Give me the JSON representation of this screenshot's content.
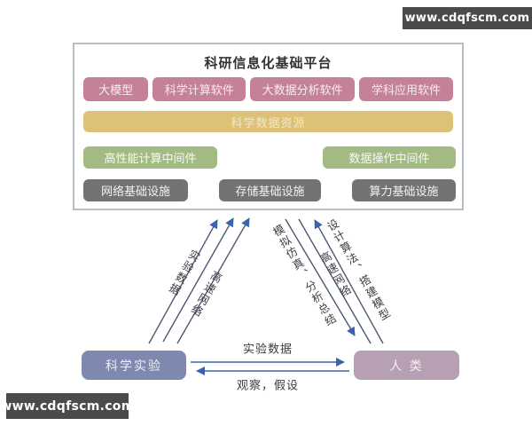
{
  "watermark": {
    "text": "www.cdqfscm.com"
  },
  "platform": {
    "title": "科研信息化基础平台",
    "software": [
      "大模型",
      "科学计算软件",
      "大数据分析软件",
      "学科应用软件"
    ],
    "data_bar": "科学数据资源",
    "middleware": [
      "高性能计算中间件",
      "数据操作中间件"
    ],
    "infrastructure": [
      "网络基础设施",
      "存储基础设施",
      "算力基础设施"
    ]
  },
  "nodes": {
    "experiment": "科学实验",
    "human": "人 类"
  },
  "edges": {
    "left_up_labels": [
      "实验数据",
      "高速网络"
    ],
    "right_labels": [
      "模拟仿真、分析总结",
      "高速网络",
      "设计算法、搭建模型"
    ],
    "horizontal_top": "实验数据",
    "horizontal_bottom": "观察，假设"
  },
  "colors": {
    "software_box": "#c58195",
    "data_bar": "#ddc177",
    "middleware_box": "#a2bb82",
    "infrastructure_box": "#737373",
    "experiment_node": "#7f89b0",
    "human_node": "#b79fb4",
    "arrowhead": "#3a62ae",
    "line": "#4a5870",
    "watermark_bg": "#4b4b4b"
  }
}
